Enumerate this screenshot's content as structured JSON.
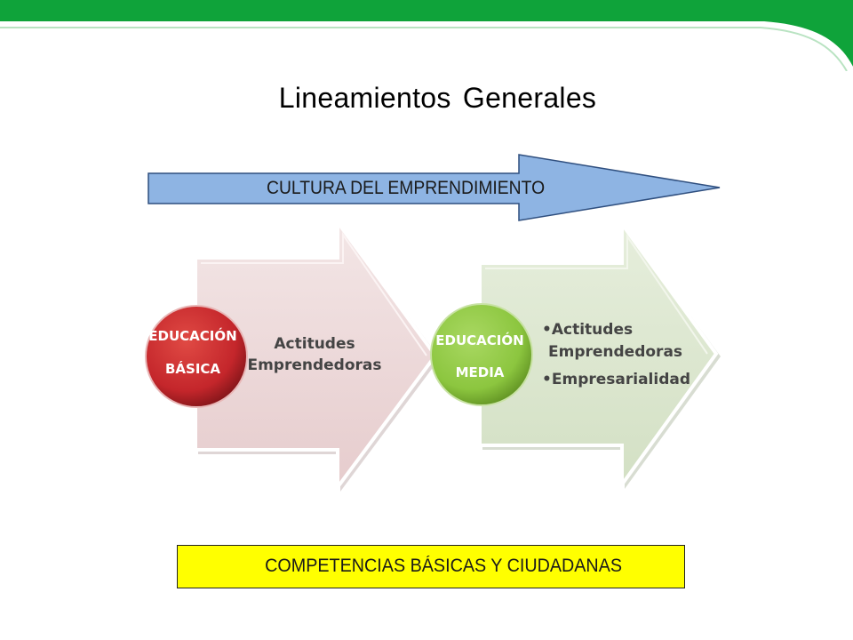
{
  "slide": {
    "title": "Lineamientos Generales"
  },
  "culture_arrow": {
    "label": "CULTURA DEL EMPRENDIMIENTO"
  },
  "stage_basic": {
    "circle_line1": "EDUCACIÓN",
    "circle_line2": "BÁSICA",
    "text_line1": "Actitudes",
    "text_line2": "Emprendedoras"
  },
  "stage_media": {
    "circle_line1": "EDUCACIÓN",
    "circle_line2": "MEDIA",
    "bullet1_line1": "•Actitudes",
    "bullet1_line2": "Emprendedoras",
    "bullet2": "•Empresarialidad"
  },
  "competencies_box": {
    "label": "COMPETENCIAS BÁSICAS Y CIUDADANAS"
  },
  "colors": {
    "header_green": "#0fa33a",
    "culture_arrow_blue": "#8eb4e3",
    "basic_circle_red": "#c4262b",
    "basic_arrow_pink": "#ebd5d6",
    "media_circle_green": "#8cc63f",
    "media_arrow_green": "#dbe6cf",
    "competencies_yellow": "#ffff00"
  }
}
